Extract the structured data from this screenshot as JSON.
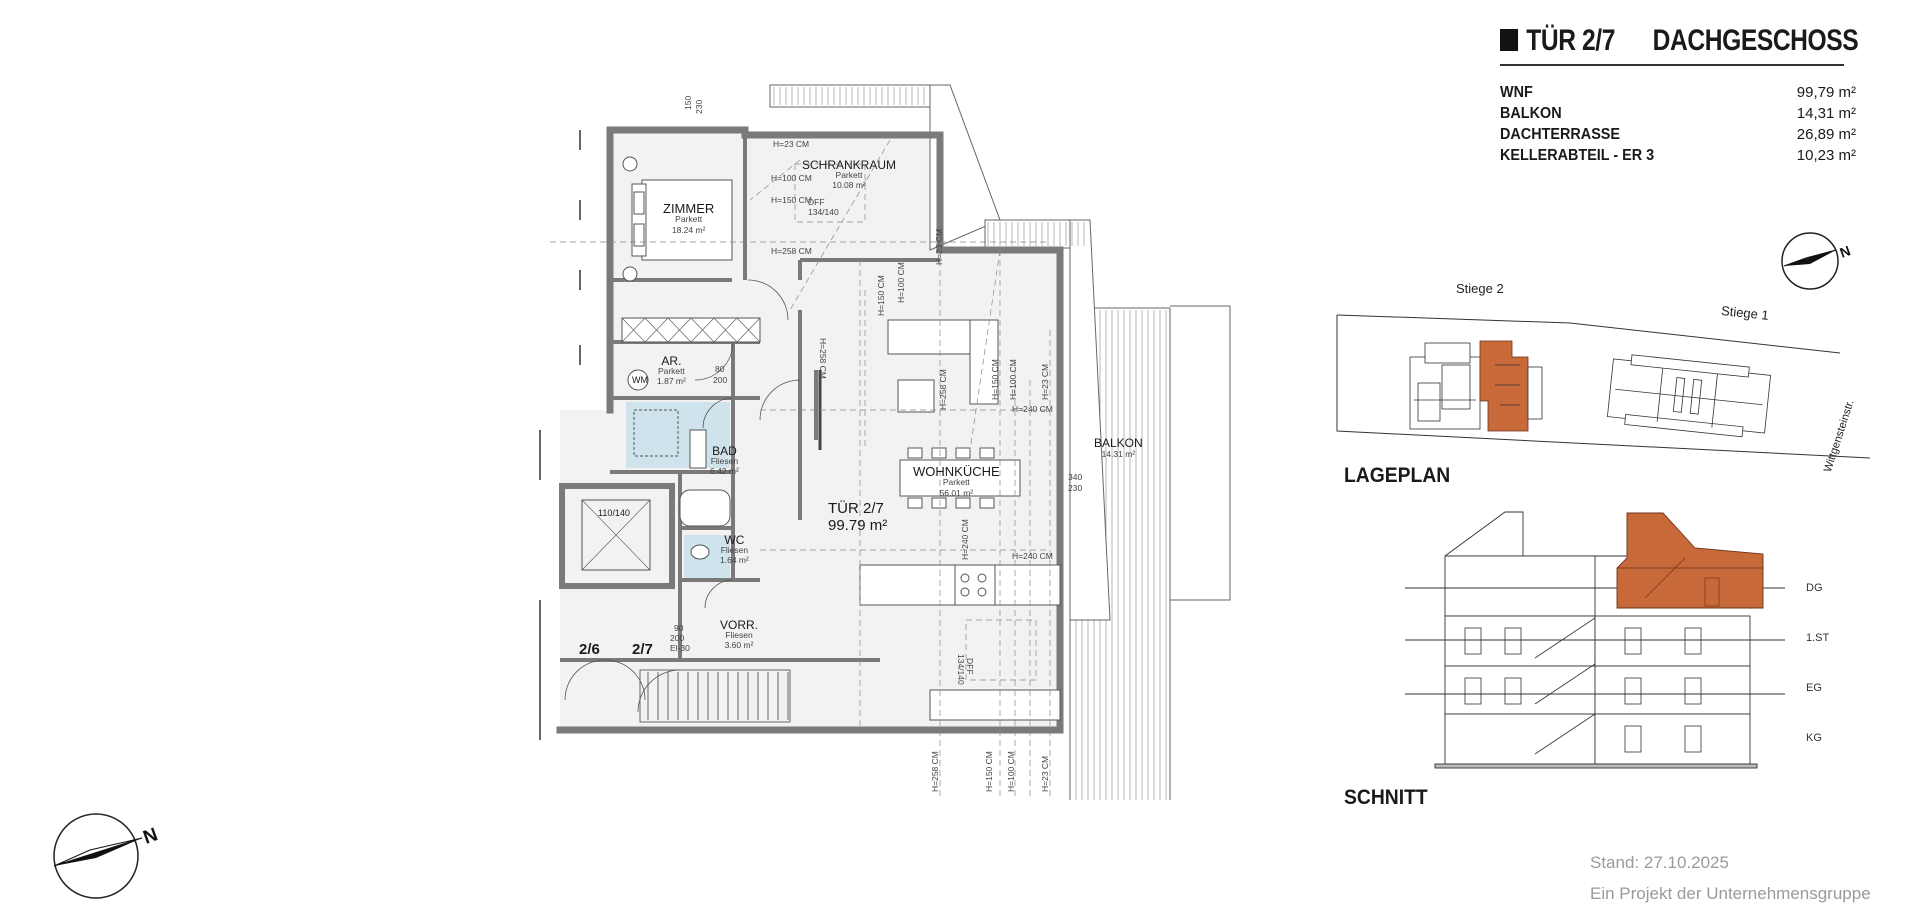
{
  "header": {
    "unit": "TÜR 2/7",
    "level": "DACHGESCHOSS"
  },
  "areas": [
    {
      "label": "WNF",
      "value": "99,79 m²"
    },
    {
      "label": "BALKON",
      "value": "14,31 m²"
    },
    {
      "label": "DACHTERRASSE",
      "value": "26,89 m²"
    },
    {
      "label": "KELLERABTEIL - ER 3",
      "value": "10,23 m²"
    }
  ],
  "lageplan": {
    "title": "LAGEPLAN",
    "stiege_2": "Stiege 2",
    "stiege_1": "Stiege 1",
    "street": "Wittgensteinstr."
  },
  "schnitt": {
    "title": "SCHNITT",
    "levels": [
      "DG",
      "1.ST",
      "EG",
      "KG"
    ]
  },
  "floorplan": {
    "unit_label": "TÜR 2/7",
    "unit_area": "99.79 m²",
    "rooms": {
      "zimmer": {
        "name": "ZIMMER",
        "floor": "Parkett",
        "area": "18.24 m²"
      },
      "schrankraum": {
        "name": "SCHRANKRAUM",
        "floor": "Parkett",
        "area": "10.08 m²"
      },
      "ar": {
        "name": "AR.",
        "floor": "Parkett",
        "area": "1.87 m²"
      },
      "bad": {
        "name": "BAD",
        "floor": "Fliesen",
        "area": "6.42 m²"
      },
      "wc": {
        "name": "WC",
        "floor": "Fliesen",
        "area": "1.64 m²"
      },
      "vorr": {
        "name": "VORR.",
        "floor": "Fliesen",
        "area": "3.60 m²"
      },
      "wohnkueche": {
        "name": "WOHNKÜCHE",
        "floor": "Parkett",
        "area": "56.01 m²"
      },
      "balkon": {
        "name": "BALKON",
        "area": "14.31 m²"
      }
    },
    "doors": [
      "2/6",
      "2/7"
    ],
    "lift": "110/140",
    "wm": "WM",
    "height_labels": {
      "h23": "H=23 CM",
      "h100": "H=100 CM",
      "h150": "H=150 CM",
      "h258": "H=258 CM",
      "h240": "H=240 CM"
    },
    "dims": {
      "top_a": "150",
      "top_b": "230",
      "dff1": "DFF",
      "dff1_size": "134/140",
      "dff2": "DFF",
      "dff2_size": "134/140",
      "d80_200": "80",
      "d200": "200",
      "d90": "90",
      "el30": "El-30",
      "b340": "340",
      "b230": "230"
    }
  },
  "stand": "Stand: 27.10.2025",
  "project": "Ein Projekt der Unternehmensgruppe",
  "colors": {
    "accent": "#c8693a",
    "wall": "#7a7a7a",
    "floor": "#f2f1ef",
    "tile": "#cfe3ec"
  }
}
